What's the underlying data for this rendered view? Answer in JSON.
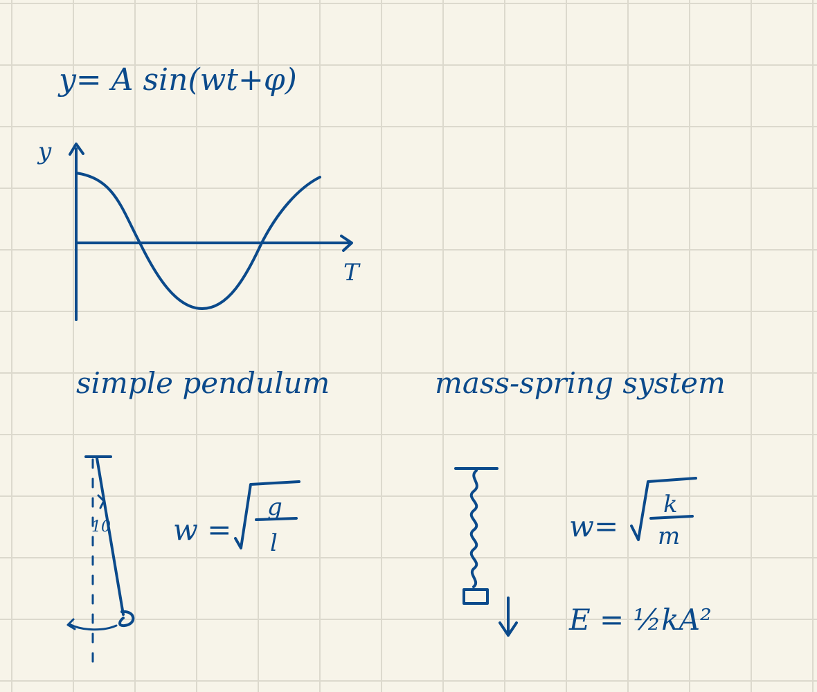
{
  "equation": "y= A sin(wt+φ)",
  "graph": {
    "y_axis_label": "y",
    "x_axis_label": "T"
  },
  "pendulum": {
    "title": "simple pendulum",
    "angle_label": "10",
    "omega_lhs": "w =",
    "omega_num": "g",
    "omega_den": "l"
  },
  "spring": {
    "title": "mass-spring system",
    "omega_lhs": "w=",
    "omega_num": "k",
    "omega_den": "m",
    "energy": "E = ½kA²"
  },
  "colors": {
    "ink": "#0b4a8b",
    "paper": "#f7f4e9",
    "grid": "#dcd9cd"
  }
}
